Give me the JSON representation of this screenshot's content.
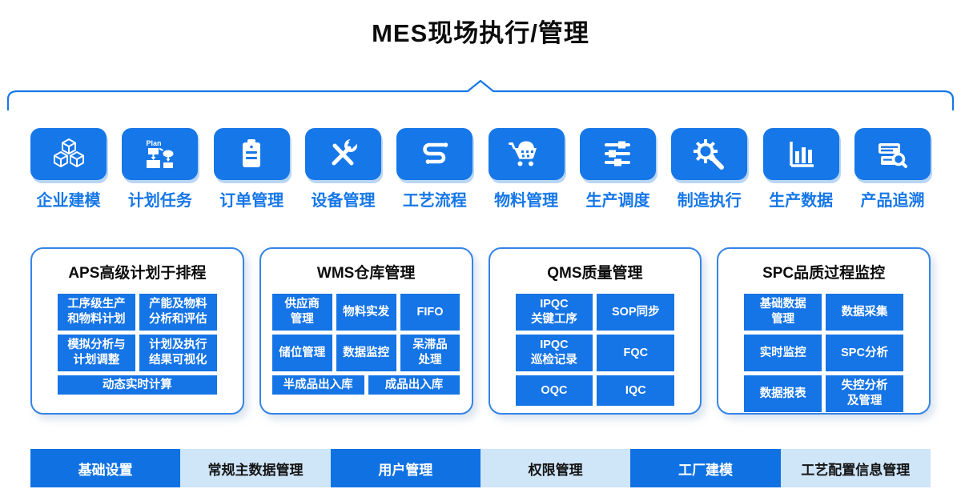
{
  "title": "MES现场执行/管理",
  "colors": {
    "primary_blue": "#1677e8",
    "cell_blue": "#1574e6",
    "bar_blue": "#1072e2",
    "bar_light_blue": "#cfe5f8",
    "panel_border_blue": "#3584e8",
    "tile_shadow_blue": "#b9d6f5",
    "title_black": "#0c0c0c",
    "icon_white": "#ffffff"
  },
  "modules": [
    {
      "label": "企业建模",
      "icon": "cubes-icon"
    },
    {
      "label": "计划任务",
      "icon": "plan-flowchart-icon",
      "icon_text": "Plan"
    },
    {
      "label": "订单管理",
      "icon": "clipboard-icon"
    },
    {
      "label": "设备管理",
      "icon": "tools-icon"
    },
    {
      "label": "工艺流程",
      "icon": "flow-route-icon"
    },
    {
      "label": "物料管理",
      "icon": "cart-icon"
    },
    {
      "label": "生产调度",
      "icon": "sliders-icon"
    },
    {
      "label": "制造执行",
      "icon": "gear-wrench-icon"
    },
    {
      "label": "生产数据",
      "icon": "bar-chart-icon"
    },
    {
      "label": "产品追溯",
      "icon": "trace-search-icon"
    }
  ],
  "panels": [
    {
      "title": "APS高级计划于排程",
      "cells": [
        "工序级生产\n和物料计划",
        "产能及物料\n分析和评估",
        "模拟分析与\n计划调整",
        "计划及执行\n结果可视化",
        "动态实时计算"
      ]
    },
    {
      "title": "WMS仓库管理",
      "cells": [
        "供应商\n管理",
        "物料实发",
        "FIFO",
        "储位管理",
        "数据监控",
        "呆滞品\n处理",
        "半成品出入库",
        "成品出入库"
      ]
    },
    {
      "title": "QMS质量管理",
      "cells": [
        "IPQC\n关键工序",
        "SOP同步",
        "IPQC\n巡检记录",
        "FQC",
        "OQC",
        "IQC"
      ]
    },
    {
      "title": "SPC品质过程监控",
      "cells": [
        "基础数据\n管理",
        "数据采集",
        "实时监控",
        "SPC分析",
        "数据报表",
        "失控分析\n及管理"
      ]
    }
  ],
  "bottom_bar": [
    {
      "label": "基础设置",
      "highlighted": true
    },
    {
      "label": "常规主数据管理",
      "highlighted": false
    },
    {
      "label": "用户管理",
      "highlighted": true
    },
    {
      "label": "权限管理",
      "highlighted": false
    },
    {
      "label": "工厂建模",
      "highlighted": true
    },
    {
      "label": "工艺配置信息管理",
      "highlighted": false
    }
  ]
}
